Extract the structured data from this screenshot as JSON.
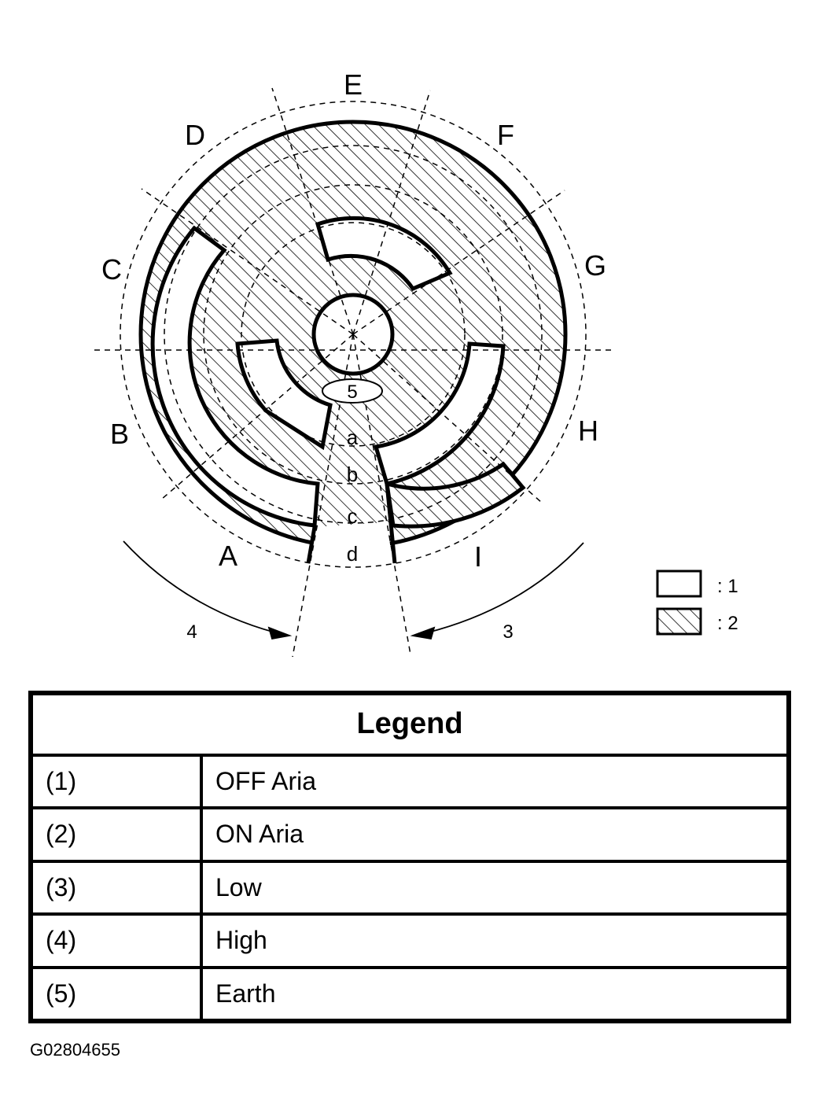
{
  "diagram": {
    "sector_labels": [
      "A",
      "B",
      "C",
      "D",
      "E",
      "F",
      "G",
      "H",
      "I"
    ],
    "ring_labels": [
      "a",
      "b",
      "c",
      "d"
    ],
    "center_label": "5",
    "arrow_labels": {
      "high": "4",
      "low": "3"
    },
    "swatches": [
      {
        "label": ": 1",
        "pattern": "blank"
      },
      {
        "label": ": 2",
        "pattern": "hatched"
      }
    ],
    "colors": {
      "ink": "#000000",
      "paper": "#ffffff"
    }
  },
  "legend": {
    "title": "Legend",
    "rows": [
      {
        "key": "(1)",
        "value": "OFF Aria"
      },
      {
        "key": "(2)",
        "value": "ON Aria"
      },
      {
        "key": "(3)",
        "value": "Low"
      },
      {
        "key": "(4)",
        "value": "High"
      },
      {
        "key": "(5)",
        "value": "Earth"
      }
    ]
  },
  "figure_id": "G02804655"
}
